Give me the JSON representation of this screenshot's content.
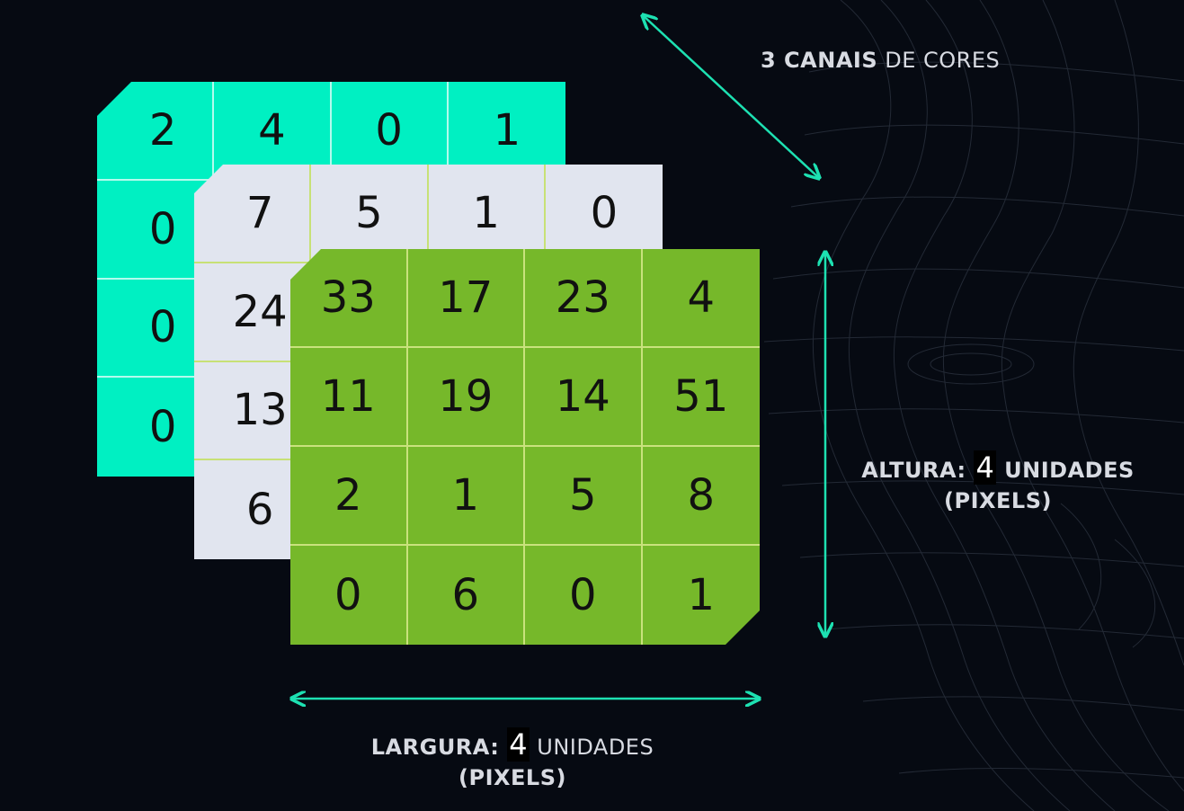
{
  "diagram": {
    "channel_red": [
      "2",
      "4",
      "0",
      "1",
      "0",
      "",
      "",
      "",
      "0",
      "",
      "",
      "",
      "0",
      "",
      "",
      ""
    ],
    "channel_gray": [
      "7",
      "5",
      "1",
      "0",
      "24",
      "",
      "",
      "",
      "13",
      "",
      "",
      "",
      "6",
      "",
      "",
      ""
    ],
    "channel_green": [
      "33",
      "17",
      "23",
      "4",
      "11",
      "19",
      "14",
      "51",
      "2",
      "1",
      "5",
      "8",
      "0",
      "6",
      "0",
      "1"
    ],
    "channels_label": {
      "bold": "3 CANAIS",
      "rest": " DE CORES"
    },
    "height_label": {
      "prefix": "ALTURA: ",
      "number": "4",
      "suffix": " UNIDADES",
      "line2": "(PIXELS)"
    },
    "width_label": {
      "prefix": "LARGURA: ",
      "number": "4",
      "suffix": " UNIDADES",
      "line2": "(PIXELS)"
    },
    "colors": {
      "teal": "#00f0c2",
      "gray": "#e1e5ef",
      "green": "#76b82a",
      "arrow": "#1de1b2"
    }
  }
}
